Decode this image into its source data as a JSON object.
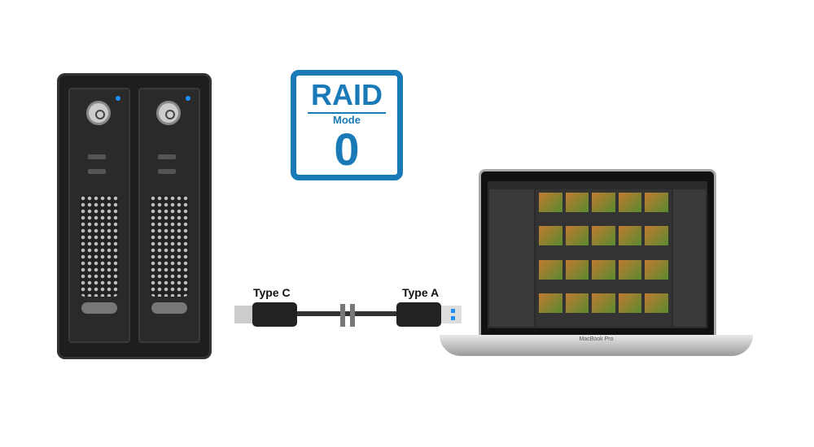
{
  "badge": {
    "title": "RAID",
    "subtitle": "Mode",
    "value": "0",
    "color": "#1a7ab8"
  },
  "cable": {
    "left_label": "Type C",
    "right_label": "Type A"
  },
  "laptop": {
    "brand": "MacBook Pro"
  }
}
